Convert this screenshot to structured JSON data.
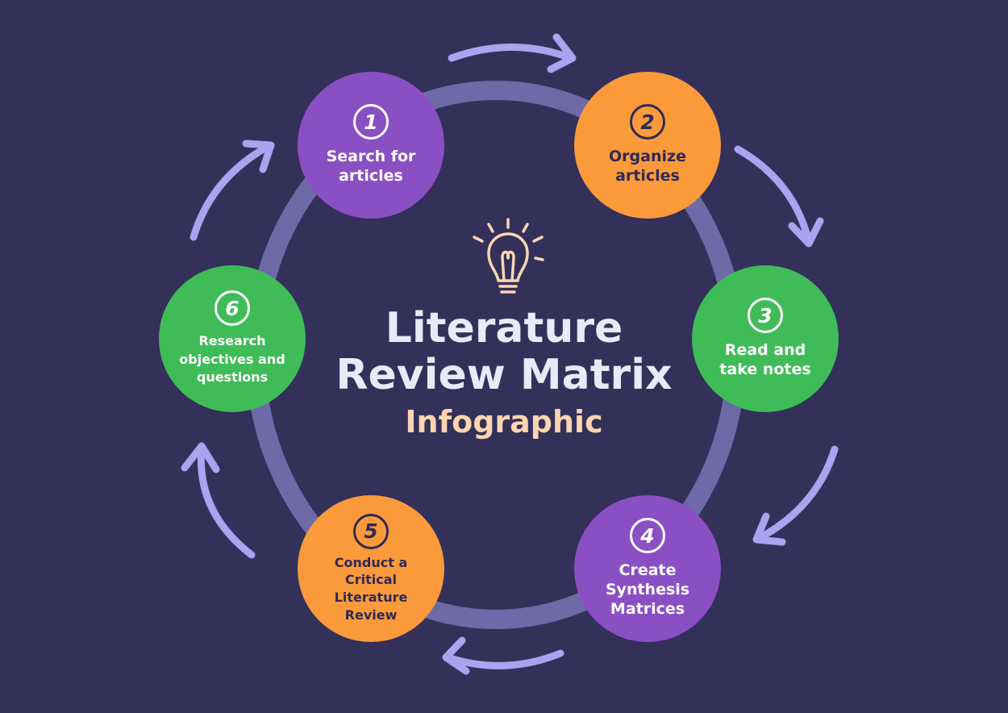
{
  "title": {
    "line1": "Literature",
    "line2": "Review Matrix",
    "subtitle": "Infographic"
  },
  "steps": [
    {
      "number": "1",
      "label": "Search for articles",
      "color": "#8b4fc4"
    },
    {
      "number": "2",
      "label": "Organize articles",
      "color": "#fb9a3b"
    },
    {
      "number": "3",
      "label": "Read and take notes",
      "color": "#3fbc58"
    },
    {
      "number": "4",
      "label": "Create Synthesis Matrices",
      "color": "#8b4fc4"
    },
    {
      "number": "5",
      "label": "Conduct a Critical Literature Review",
      "color": "#fb9a3b"
    },
    {
      "number": "6",
      "label": "Research objectives and questions",
      "color": "#3fbc58"
    }
  ],
  "colors": {
    "background": "#33305a",
    "ring": "#6e6aa8",
    "arrows": "#a9a3f0",
    "bulb": "#fcd5b0",
    "title": "#e8eaf8"
  },
  "icon": "lightbulb-icon"
}
